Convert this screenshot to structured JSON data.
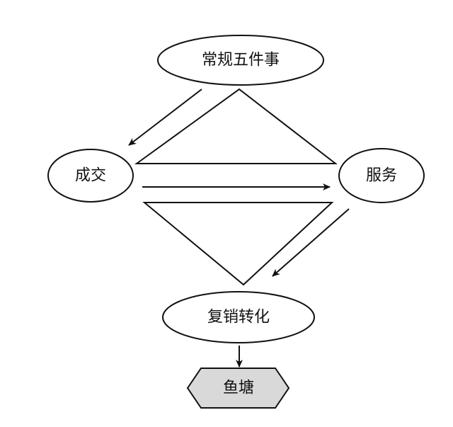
{
  "nodes": {
    "top": {
      "label": "常规五件事"
    },
    "left": {
      "label": "成交"
    },
    "right": {
      "label": "服务"
    },
    "bottom": {
      "label": "复销转化"
    },
    "pond": {
      "label": "鱼塘"
    }
  },
  "colors": {
    "stroke": "#111111",
    "node_fill": "#ffffff",
    "pond_fill": "#d9d9d9",
    "background": "#ffffff"
  },
  "edges": [
    {
      "from": "top",
      "to": "left"
    },
    {
      "from": "left",
      "to": "right"
    },
    {
      "from": "right",
      "to": "bottom"
    },
    {
      "from": "bottom",
      "to": "pond"
    }
  ]
}
